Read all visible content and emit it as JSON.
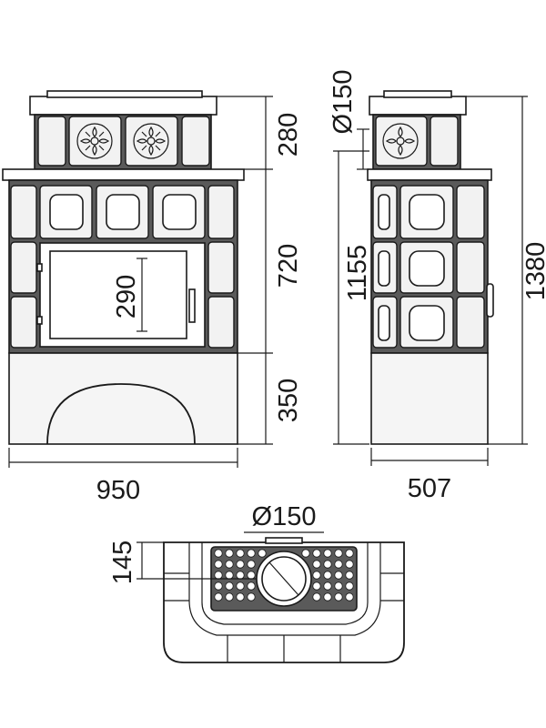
{
  "front_view": {
    "width_label": "950",
    "height_top_label": "280",
    "height_mid_label": "720",
    "height_base_label": "350",
    "door_label": "290"
  },
  "side_view": {
    "depth_label": "507",
    "flue_diameter_label": "Ø150",
    "flue_height_label": "1155",
    "total_height_label": "1380"
  },
  "top_view": {
    "flue_diameter_label": "Ø150",
    "offset_label": "145"
  }
}
